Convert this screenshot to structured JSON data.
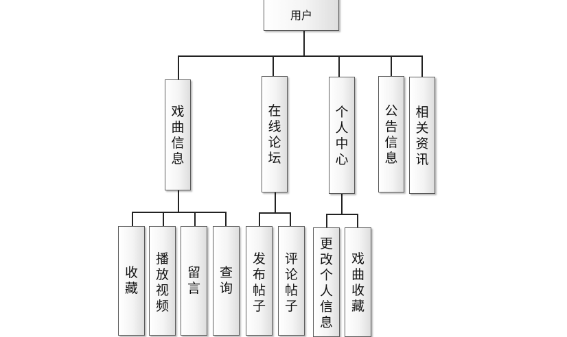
{
  "root": {
    "label": "用户"
  },
  "level1": [
    {
      "id": "opera-info",
      "label": "戏曲信息"
    },
    {
      "id": "online-forum",
      "label": "在线论坛"
    },
    {
      "id": "personal-center",
      "label": "个人中心"
    },
    {
      "id": "announcement-info",
      "label": "公告信息"
    },
    {
      "id": "related-news",
      "label": "相关资讯"
    }
  ],
  "level2": {
    "opera-info": [
      {
        "id": "favorite",
        "label": "收藏"
      },
      {
        "id": "play-video",
        "label": "播放视频"
      },
      {
        "id": "leave-message",
        "label": "留言"
      },
      {
        "id": "search",
        "label": "查询"
      }
    ],
    "online-forum": [
      {
        "id": "post-thread",
        "label": "发布帖子"
      },
      {
        "id": "comment-thread",
        "label": "评论帖子"
      }
    ],
    "personal-center": [
      {
        "id": "edit-personal-info",
        "label": "更改个人信息"
      },
      {
        "id": "opera-favorites",
        "label": "戏曲收藏"
      }
    ]
  }
}
